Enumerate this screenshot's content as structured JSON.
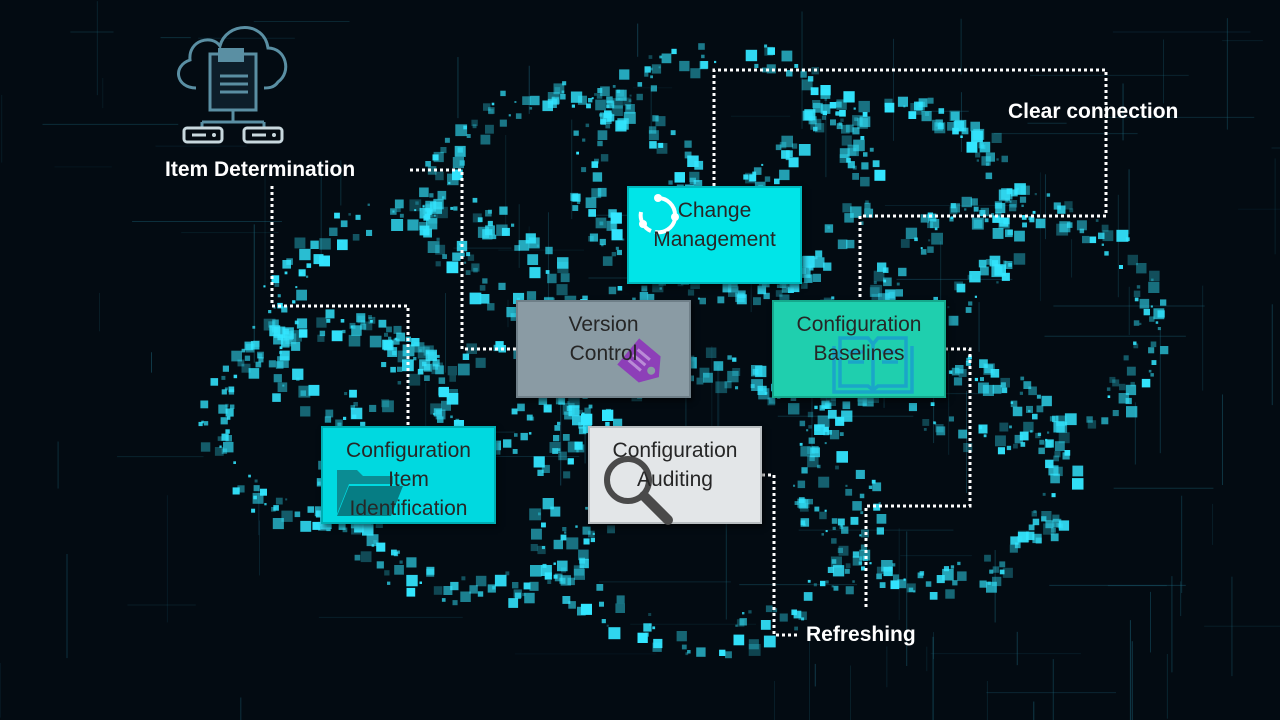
{
  "labels": {
    "item_determination": "Item Determination",
    "clear_connection": "Clear connection",
    "refreshing": "Refreshing"
  },
  "boxes": {
    "change_management": {
      "line1": "Change",
      "line2": "Management"
    },
    "version_control": {
      "line1": "Version",
      "line2": "Control"
    },
    "configuration_baselines": {
      "line1": "Configuration",
      "line2": "Baselines"
    },
    "configuration_item_identification": {
      "line1": "Configuration",
      "line2": "Item",
      "line3": "Identification"
    },
    "configuration_auditing": {
      "line1": "Configuration",
      "line2": "Auditing"
    }
  },
  "colors": {
    "background": "#030b12",
    "particle": "#33e6ff",
    "change_management_fill": "#00e5e8",
    "version_control_fill": "#8a9ba4",
    "configuration_baselines_fill": "#1fcfae",
    "configuration_item_identification_fill": "#00d9e0",
    "configuration_auditing_fill": "#e3e6e8",
    "connector": "#ffffff"
  },
  "icons": {
    "cloud": "cloud-server-icon",
    "change_management": "cycle-arrows-icon",
    "version_control": "tag-icon",
    "configuration_baselines": "book-icon",
    "configuration_item_identification": "folder-icon",
    "configuration_auditing": "magnifier-icon"
  }
}
